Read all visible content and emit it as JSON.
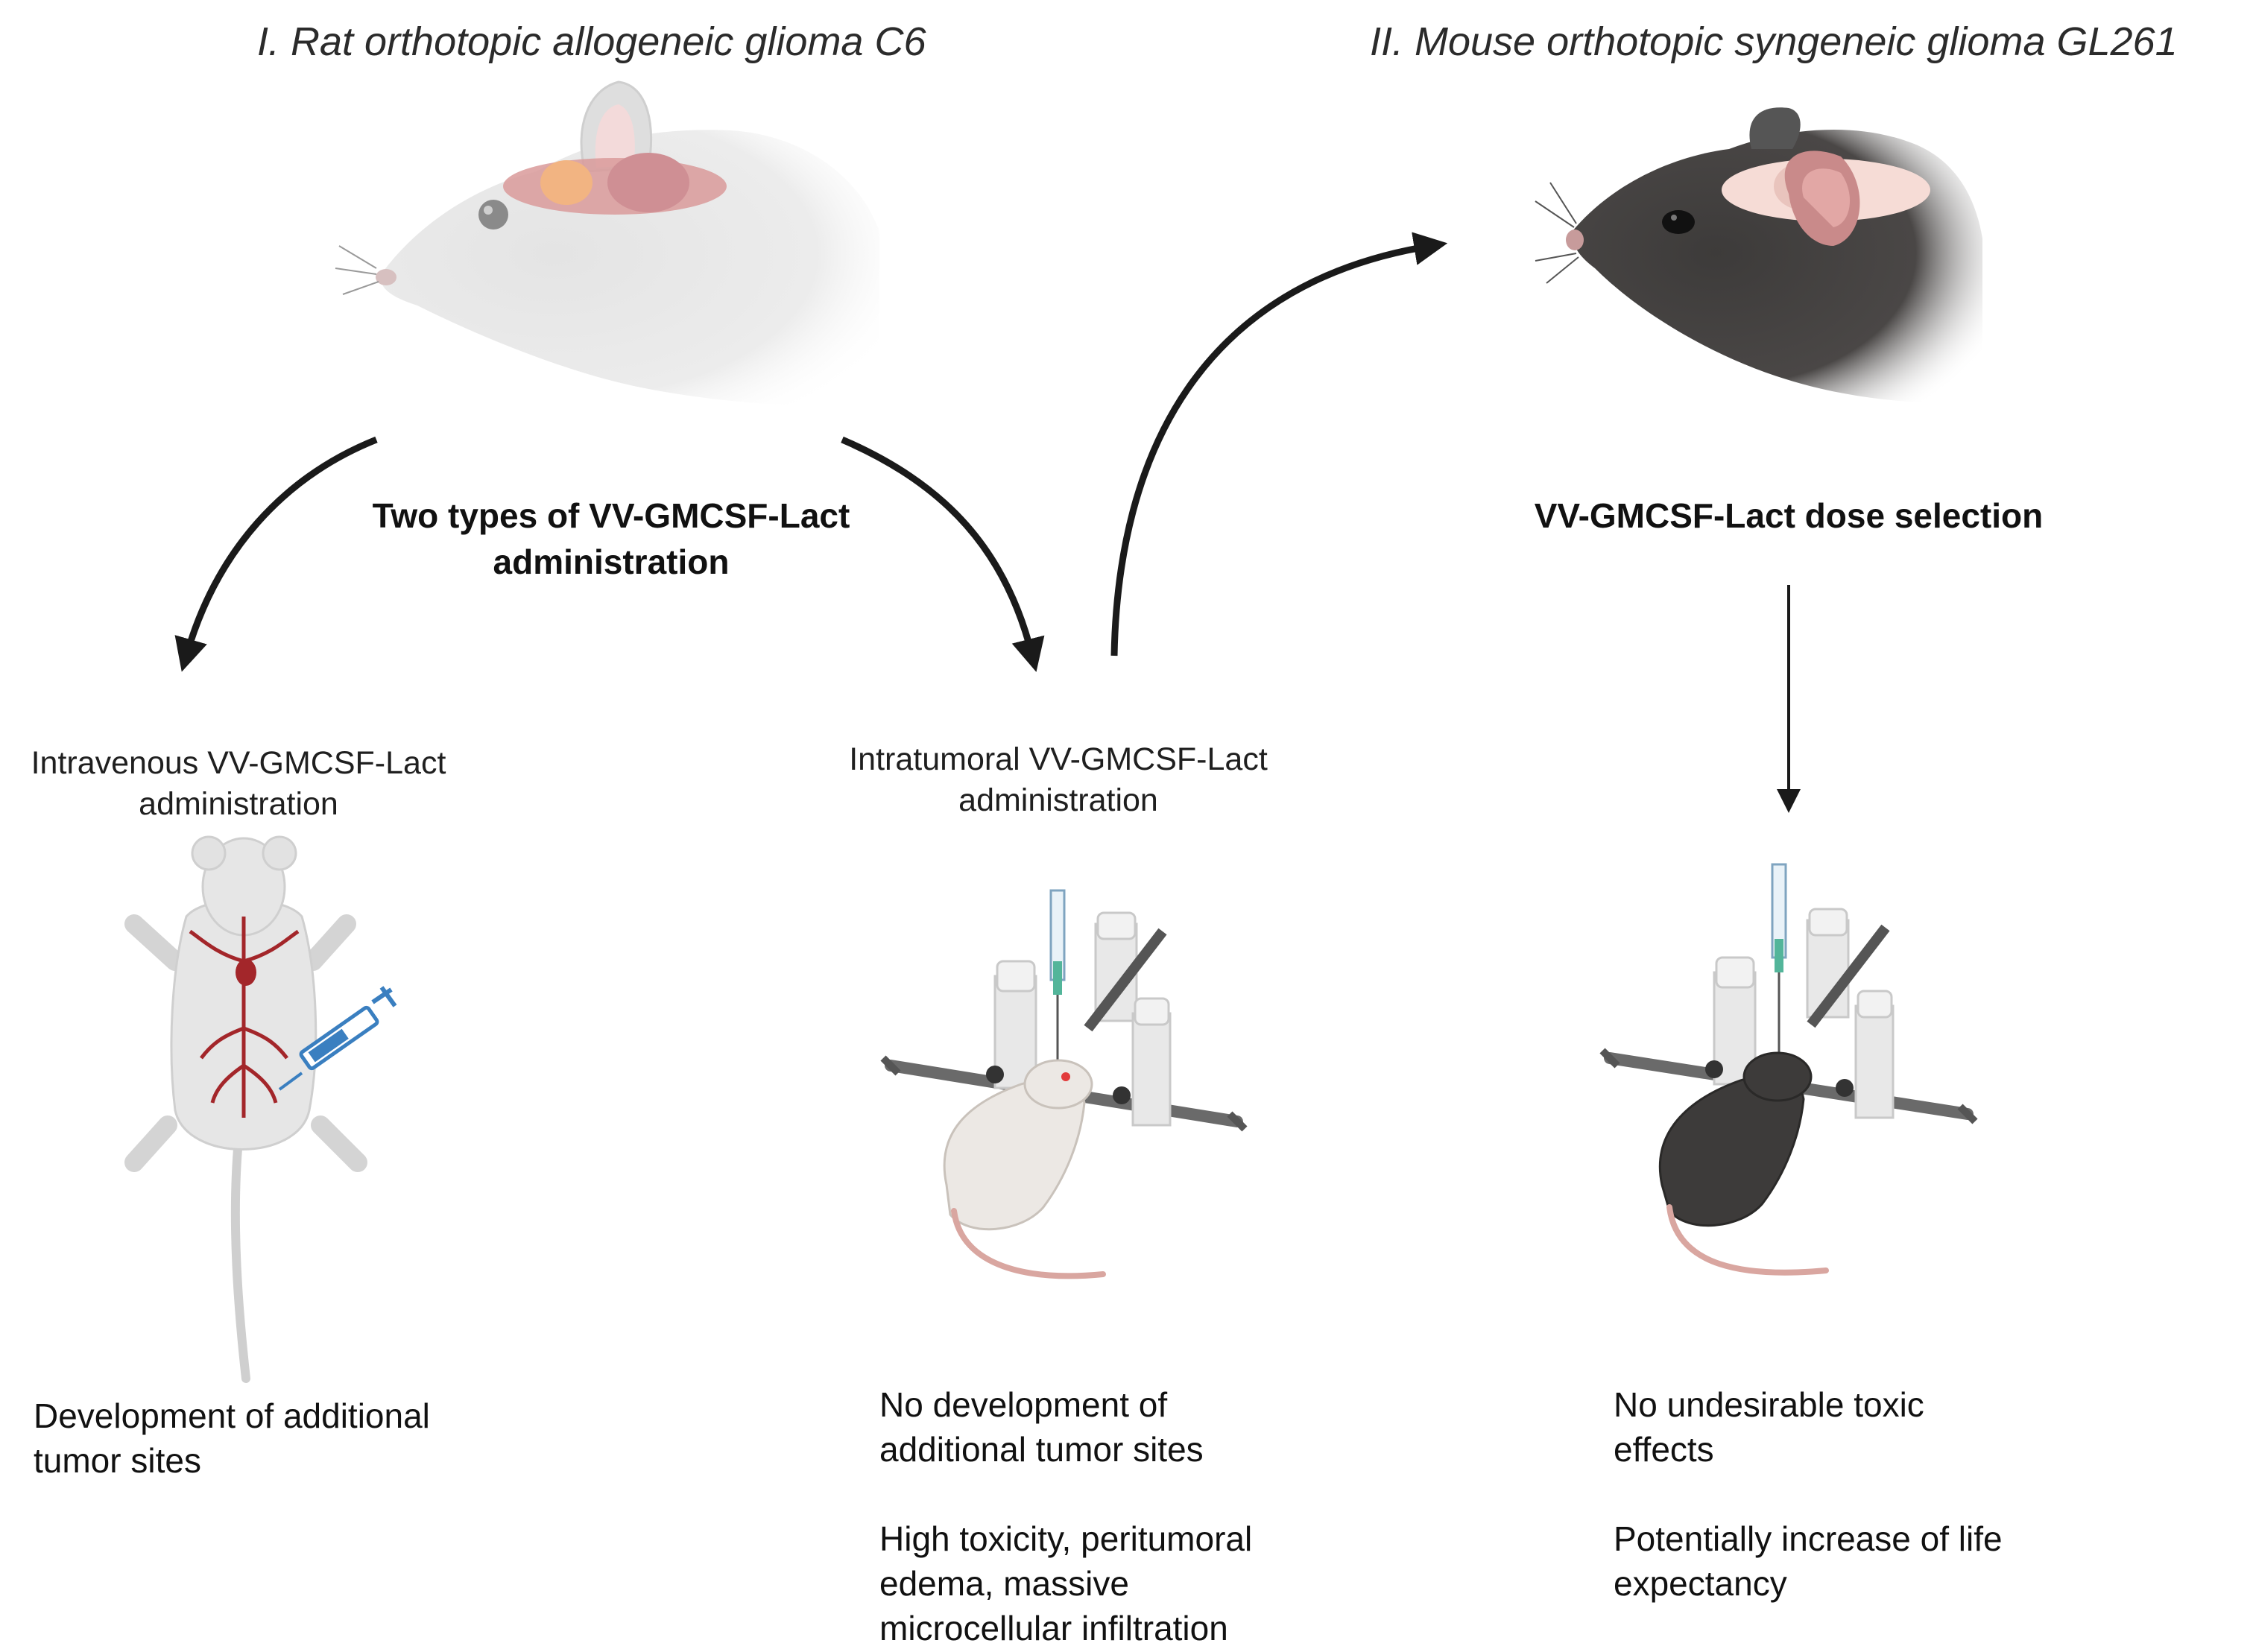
{
  "sections": {
    "rat_title": "I. Rat orthotopic allogeneic glioma C6",
    "mouse_title": "II. Mouse orthotopic syngeneic glioma GL261"
  },
  "left_center": {
    "title_line1": "Two types of VV-GMCSF-Lact",
    "title_line2": "administration"
  },
  "right_center": {
    "title": "VV-GMCSF-Lact dose selection"
  },
  "routes": {
    "iv_line1": "Intravenous VV-GMCSF-Lact",
    "iv_line2": "administration",
    "it_line1": "Intratumoral VV-GMCSF-Lact",
    "it_line2": "administration"
  },
  "outcomes": {
    "iv": {
      "line1": "Development of additional",
      "line2": "tumor sites"
    },
    "it": {
      "a_line1": "No development of",
      "a_line2": "additional tumor sites",
      "b_line1": "High toxicity, peritumoral",
      "b_line2": "edema, massive",
      "b_line3": "microcellular infiltration"
    },
    "mouse": {
      "a_line1": "No undesirable toxic",
      "a_line2": "effects",
      "b_line1": "Potentially increase of life",
      "b_line2": "expectancy"
    }
  },
  "colors": {
    "rat_fur": "#e6e6e6",
    "mouse_fur": "#3d3b3a",
    "brain": "#d99a9a",
    "tumor": "#f2b482",
    "vessels": "#a3262a",
    "syringe": "#3a7fc0",
    "arrow": "#1a1a1a",
    "frame": "#dcdcdc"
  },
  "icons": [
    "rat-head-icon",
    "mouse-head-icon",
    "rat-supine-icon",
    "syringe-icon",
    "stereotaxic-frame-icon",
    "rat-in-frame-icon",
    "mouse-in-frame-icon"
  ]
}
